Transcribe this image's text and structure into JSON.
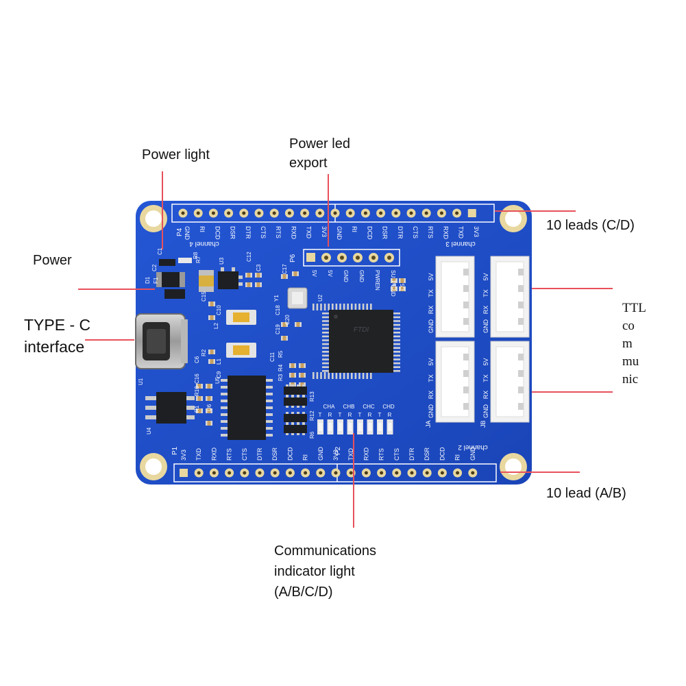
{
  "callouts": {
    "power_light": "Power light",
    "power_led_export_1": "Power led",
    "power_led_export_2": "export",
    "power": "Power",
    "type_c_1": "TYPE - C",
    "type_c_2": "interface",
    "leads_cd": "10 leads (C/D)",
    "ttl_1": "TTL",
    "ttl_2": "co",
    "ttl_3": "m",
    "ttl_4": "mu",
    "ttl_5": "nic",
    "leads_ab": "10 lead (A/B)",
    "comm_1": "Communications",
    "comm_2": "indicator light",
    "comm_3": "(A/B/C/D)"
  },
  "board": {
    "top_pins_left": [
      "GND",
      "RI",
      "DCD",
      "DSR",
      "DTR",
      "CTS",
      "RTS",
      "RXD",
      "TXD",
      "3V3"
    ],
    "top_pins_right": [
      "GND",
      "RI",
      "DCD",
      "DSR",
      "DTR",
      "CTS",
      "RTS",
      "RXD",
      "TXD",
      "3V3"
    ],
    "top_left_label": "P4",
    "channel_top_left": "channel 4",
    "channel_top_right": "channel 3",
    "bottom_pins_left": [
      "3V3",
      "TXD",
      "RXD",
      "RTS",
      "CTS",
      "DTR",
      "DSR",
      "DCD",
      "RI",
      "GND"
    ],
    "bottom_pins_right": [
      "3V3",
      "TXD",
      "RXD",
      "RTS",
      "CTS",
      "DTR",
      "DSR",
      "DCD",
      "RI",
      "GND"
    ],
    "bottom_left_label": "P1",
    "bottom_mid_label": "P2",
    "channel_bottom_right": "channel 2",
    "p6_label": "P6",
    "header_labels": [
      "5V",
      "5V",
      "GND",
      "GND",
      "PWREN",
      "SUSPEND"
    ],
    "chip_brand": "FTDI",
    "connector_labels": [
      "5V",
      "TX",
      "RX",
      "GND"
    ],
    "jack_labels": [
      "JA",
      "JB"
    ],
    "led_labels": [
      "CHA",
      "CHB",
      "CHC",
      "CHD"
    ],
    "led_sub": [
      "T",
      "R",
      "T",
      "R",
      "T",
      "R",
      "T",
      "R"
    ],
    "components": [
      "C1",
      "F1",
      "D1",
      "R8",
      "C12",
      "C3",
      "U3",
      "C17",
      "C14",
      "C5",
      "Y1",
      "U2",
      "C15",
      "C10",
      "L2",
      "C18",
      "C19",
      "C11",
      "R2",
      "C6",
      "L1",
      "C9",
      "U5",
      "R5",
      "R4",
      "R3",
      "R10",
      "C16",
      "R1",
      "U6",
      "U4",
      "R13",
      "R12",
      "R6",
      "U1",
      "C2",
      "R7",
      "C20"
    ]
  },
  "colors": {
    "board": "#1f4fc6",
    "pad": "#e8d8a0",
    "line": "#e8505a"
  }
}
